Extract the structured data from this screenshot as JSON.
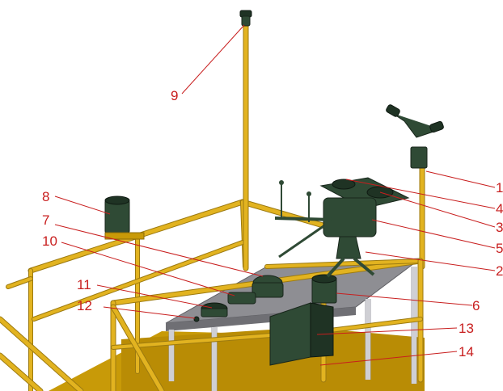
{
  "callouts": [
    {
      "label": "1"
    },
    {
      "label": "2"
    },
    {
      "label": "3"
    },
    {
      "label": "4"
    },
    {
      "label": "5"
    },
    {
      "label": "6"
    },
    {
      "label": "7"
    },
    {
      "label": "8"
    },
    {
      "label": "9"
    },
    {
      "label": "10"
    },
    {
      "label": "11"
    },
    {
      "label": "12"
    },
    {
      "label": "13"
    },
    {
      "label": "14"
    }
  ],
  "colors": {
    "frame": "#e2b320",
    "floor": "#c89a08",
    "equipment": "#2f4a35",
    "table_top": "#8e8e93",
    "leader_lines": "#c81e1e"
  }
}
